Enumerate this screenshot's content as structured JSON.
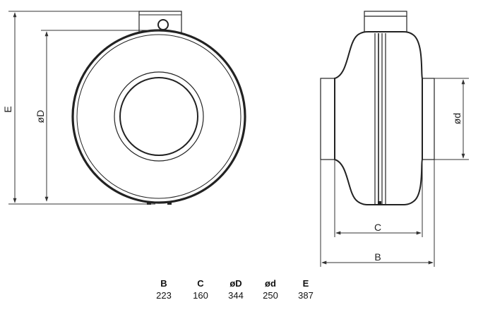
{
  "labels": {
    "e": "E",
    "d_outer": "øD",
    "d_inner": "ød",
    "c": "C",
    "b": "B"
  },
  "table": {
    "columns": [
      {
        "header": "B",
        "value": "223"
      },
      {
        "header": "C",
        "value": "160"
      },
      {
        "header": "øD",
        "value": "344"
      },
      {
        "header": "ød",
        "value": "250"
      },
      {
        "header": "E",
        "value": "387"
      }
    ]
  }
}
